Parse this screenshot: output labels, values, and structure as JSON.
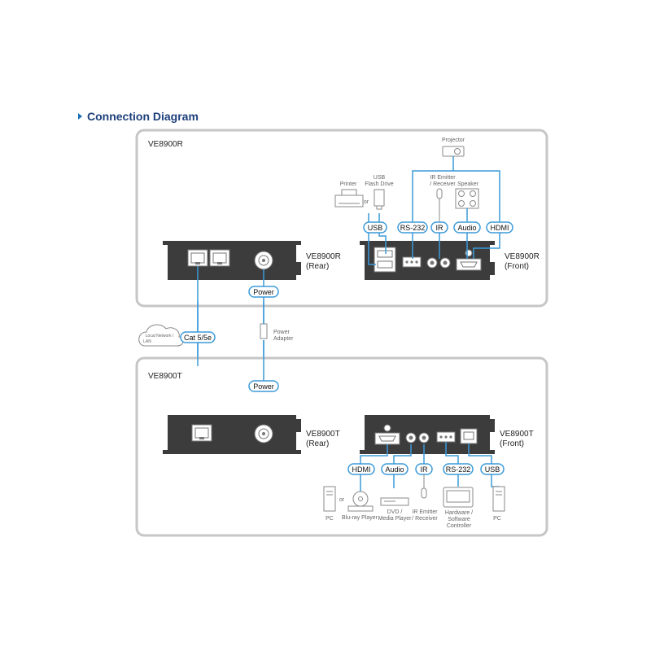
{
  "heading": {
    "title": "Connection Diagram"
  },
  "colors": {
    "accent": "#1a6fb5",
    "heading": "#1c3f7a",
    "panel_border": "#c6c6c6",
    "device_body": "#3c3c3c",
    "line": "#3b9ad9",
    "peripheral": "#888888"
  },
  "receiver_panel": {
    "label": "VE8900R",
    "rear_label_1": "VE8900R",
    "rear_label_2": "(Rear)",
    "front_label_1": "VE8900R",
    "front_label_2": "(Front)",
    "port_tags": {
      "usb": "USB",
      "rs232": "RS-232",
      "ir": "IR",
      "audio": "Audio",
      "hdmi": "HDMI"
    },
    "peripherals": {
      "projector": "Projector",
      "printer": "Printer",
      "or": "or",
      "usb_drive_1": "USB",
      "usb_drive_2": "Flash Drive",
      "ir_1": "IR Emitter",
      "ir_2": "/ Receiver",
      "speaker": "Speaker"
    }
  },
  "middle": {
    "power_tag_top": "Power",
    "cable_tag": "Cat 5/5e",
    "cloud_1": "Local Network /",
    "cloud_2": "LAN",
    "adapter_1": "Power",
    "adapter_2": "Adapter"
  },
  "transmitter_panel": {
    "label": "VE8900T",
    "power_tag": "Power",
    "rear_label_1": "VE8900T",
    "rear_label_2": "(Rear)",
    "front_label_1": "VE8900T",
    "front_label_2": "(Front)",
    "port_tags": {
      "hdmi": "HDMI",
      "audio": "Audio",
      "ir": "IR",
      "rs232": "RS-232",
      "usb": "USB"
    },
    "peripherals": {
      "pc_left": "PC",
      "or": "or",
      "bluray": "Blu-ray Player",
      "dvd_1": "DVD /",
      "dvd_2": "Media Player",
      "ir_1": "IR Emitter",
      "ir_2": "/ Receiver",
      "hw_1": "Hardware /",
      "hw_2": "Software",
      "hw_3": "Controller",
      "pc_right": "PC"
    }
  }
}
